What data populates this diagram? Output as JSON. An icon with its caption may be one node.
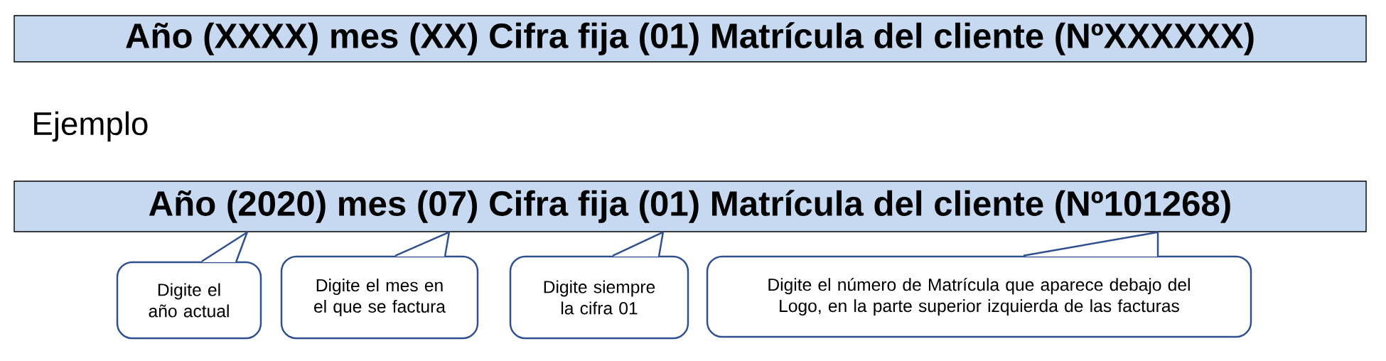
{
  "diagram": {
    "nodes": [
      {
        "text": [
          "Año (XXXX) mes (XX) Cifra fija (01) Matrícula del cliente (NºXXXXXX)"
        ]
      },
      {
        "text": [
          "Año (2020) mes (07) Cifra fija (01) Matrícula del cliente (Nº101268)"
        ]
      },
      {
        "text": [
          "Digite el año actual"
        ]
      },
      {
        "text": [
          "Digite el mes en el que se factura"
        ]
      },
      {
        "text": [
          "Digite siempre la cifra 01"
        ]
      },
      {
        "text": [
          "Digite el número de Matrícula que aparece debajo del Logo, en la parte superior izquierda de las facturas"
        ]
      }
    ],
    "edges": [
      {
        "from": 2,
        "to": 1,
        "arrow": "none"
      },
      {
        "from": 3,
        "to": 1,
        "arrow": "none"
      },
      {
        "from": 4,
        "to": 1,
        "arrow": "none"
      },
      {
        "from": 5,
        "to": 1,
        "arrow": "none"
      }
    ],
    "labels": [
      "Ejemplo"
    ]
  }
}
